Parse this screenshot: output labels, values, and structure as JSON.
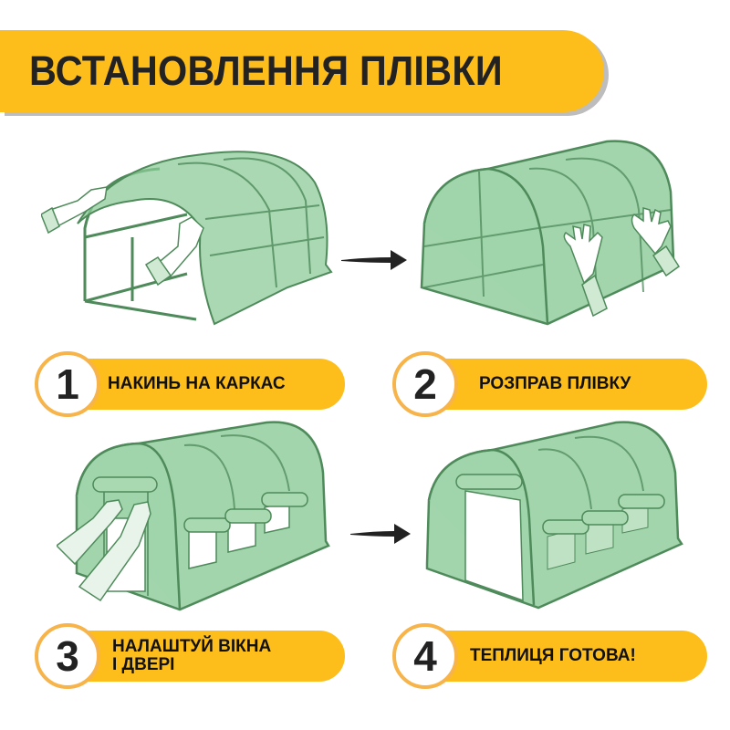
{
  "header": {
    "title": "ВСТАНОВЛЕННЯ ПЛІВКИ"
  },
  "colors": {
    "accent": "#FDBE1B",
    "circle_border": "#F6B44A",
    "text": "#222222",
    "film": "#8CCB98",
    "frame": "#4E8A5A"
  },
  "steps": [
    {
      "number": "1",
      "label": "НАКИНЬ НА КАРКАС",
      "illustration": "greenhouse-cover-being-thrown-over-frame"
    },
    {
      "number": "2",
      "label": "РОЗПРАВ ПЛІВКУ",
      "illustration": "greenhouse-film-being-smoothed"
    },
    {
      "number": "3",
      "label": "НАЛАШТУЙ ВІКНА\nІ ДВЕРІ",
      "illustration": "greenhouse-windows-rolled-up"
    },
    {
      "number": "4",
      "label": "ТЕПЛИЦЯ ГОТОВА!",
      "illustration": "greenhouse-complete"
    }
  ],
  "arrows": [
    "arrow-right-icon",
    "arrow-right-icon"
  ]
}
